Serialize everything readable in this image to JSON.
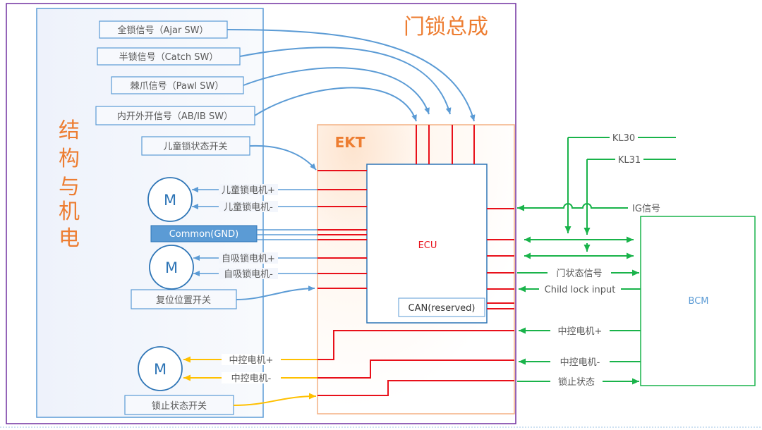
{
  "title": "门锁总成",
  "left_panel": {
    "vertical_label": [
      "结",
      "构",
      "与",
      "机",
      "电"
    ]
  },
  "switches": {
    "ajar": "全锁信号（Ajar SW）",
    "catch": "半锁信号（Catch SW）",
    "pawl": "棘爪信号（Pawl SW）",
    "abib": "内开外开信号（AB/IB SW）",
    "child_lock_switch": "儿童锁状态开关",
    "reset_switch": "复位位置开关",
    "lock_status_switch": "锁止状态开关"
  },
  "common_gnd": "Common(GND)",
  "motor_symbol": "M",
  "motor_lines": {
    "child_plus": "儿童锁电机+",
    "child_minus": "儿童锁电机-",
    "suction_plus": "自吸锁电机+",
    "suction_minus": "自吸锁电机-",
    "central_plus": "中控电机+",
    "central_minus": "中控电机-"
  },
  "ekt_label": "EKT",
  "ecu_label": "ECU",
  "can_label": "CAN(reserved)",
  "bcm_label": "BCM",
  "bcm_signals": {
    "kl30": "KL30",
    "kl31": "KL31",
    "ig": "IG信号",
    "door_status": "门状态信号",
    "child_lock_input": "Child lock input",
    "central_plus": "中控电机+",
    "central_minus": "中控电机-",
    "lock_status": "锁止状态"
  },
  "colors": {
    "blue": "#5b9bd5",
    "red": "#e8101a",
    "green": "#19b34a",
    "yellow": "#ffc000",
    "orange": "#ed7d31",
    "purple": "#7030a0"
  }
}
